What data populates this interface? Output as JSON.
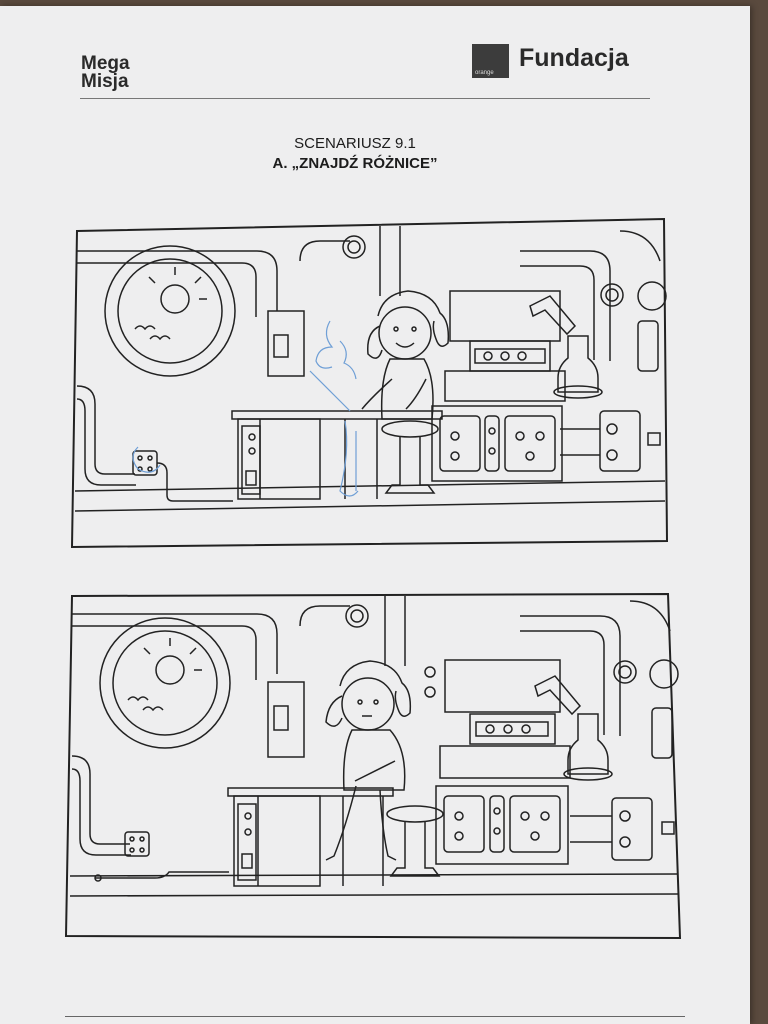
{
  "header": {
    "brand_left_line1": "Mega",
    "brand_left_line2": "Misja",
    "orange_logo_word": "orange",
    "brand_right": "Fundacja"
  },
  "title": {
    "line1": "SCENARIUSZ 9.1",
    "line2": "A. „ZNAJDŹ RÓŻNICE”"
  },
  "colors": {
    "paper": "#eeeeef",
    "ink": "#222222",
    "pencil_scribble": "#6f9fd6"
  }
}
